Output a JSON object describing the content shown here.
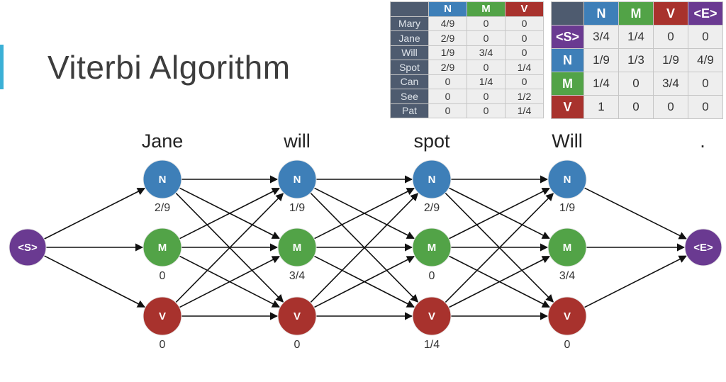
{
  "title": "Viterbi Algorithm",
  "colors": {
    "accent": "#3bb0d6",
    "N": "#3e7fb8",
    "M": "#52a347",
    "V": "#a8322d",
    "S": "#6a3a91",
    "E": "#6a3a91",
    "table_header": "#4e5b6f"
  },
  "emission_table": {
    "columns": [
      "N",
      "M",
      "V"
    ],
    "rows": [
      {
        "word": "Mary",
        "values": [
          "4/9",
          "0",
          "0"
        ]
      },
      {
        "word": "Jane",
        "values": [
          "2/9",
          "0",
          "0"
        ]
      },
      {
        "word": "Will",
        "values": [
          "1/9",
          "3/4",
          "0"
        ]
      },
      {
        "word": "Spot",
        "values": [
          "2/9",
          "0",
          "1/4"
        ]
      },
      {
        "word": "Can",
        "values": [
          "0",
          "1/4",
          "0"
        ]
      },
      {
        "word": "See",
        "values": [
          "0",
          "0",
          "1/2"
        ]
      },
      {
        "word": "Pat",
        "values": [
          "0",
          "0",
          "1/4"
        ]
      }
    ]
  },
  "transition_table": {
    "columns": [
      "N",
      "M",
      "V",
      "<E>"
    ],
    "rows": [
      {
        "state": "<S>",
        "values": [
          "3/4",
          "1/4",
          "0",
          "0"
        ]
      },
      {
        "state": "N",
        "values": [
          "1/9",
          "1/3",
          "1/9",
          "4/9"
        ]
      },
      {
        "state": "M",
        "values": [
          "1/4",
          "0",
          "3/4",
          "0"
        ]
      },
      {
        "state": "V",
        "values": [
          "1",
          "0",
          "0",
          "0"
        ]
      }
    ]
  },
  "trellis": {
    "start": "<S>",
    "end": "<E>",
    "words": [
      "Jane",
      "will",
      "spot",
      "Will",
      "."
    ],
    "states": [
      "N",
      "M",
      "V"
    ],
    "columns": [
      {
        "word": "Jane",
        "probs": [
          "2/9",
          "0",
          "0"
        ]
      },
      {
        "word": "will",
        "probs": [
          "1/9",
          "3/4",
          "0"
        ]
      },
      {
        "word": "spot",
        "probs": [
          "2/9",
          "0",
          "1/4"
        ]
      },
      {
        "word": "Will",
        "probs": [
          "1/9",
          "3/4",
          "0"
        ]
      }
    ]
  }
}
